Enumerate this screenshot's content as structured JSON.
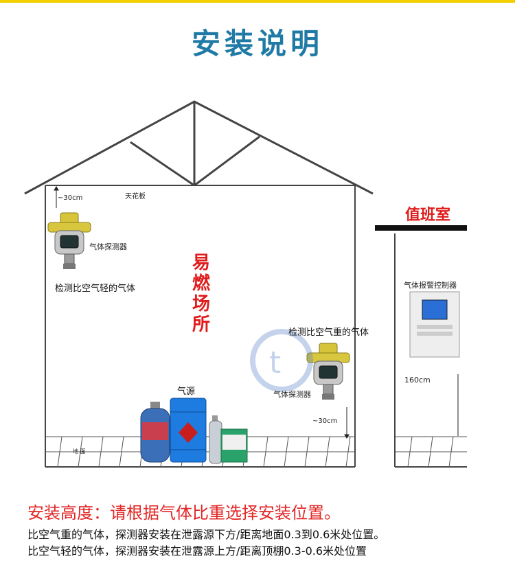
{
  "title": "安装说明",
  "scene": {
    "ceiling_label": "天花板",
    "top_distance": "~30cm",
    "detector_label_top": "气体探测器",
    "light_gas_label": "检测比空气轻的气体",
    "fire_zone_chars": [
      "易",
      "燃",
      "场",
      "所"
    ],
    "heavy_gas_label": "检测比空气重的气体",
    "detector_label_bottom": "气体探测器",
    "bottom_distance": "~30cm",
    "gas_source_label": "气源",
    "floor_label": "地 面",
    "duty_room": "值班室",
    "controller_label": "气体报警控制器",
    "controller_height": "160cm"
  },
  "bottom": {
    "heading": "安装高度：请根据气体比重选择安装位置。",
    "line1": "比空气重的气体，探测器安装在泄露源下方/距离地面0.3到0.6米处位置。",
    "line2": "比空气轻的气体，探测器安装在泄露源上方/距离顶棚0.3-0.6米处位置"
  },
  "colors": {
    "title": "#1f7aa5",
    "accent_red": "#e32626",
    "top_bar": "#f2d000"
  }
}
